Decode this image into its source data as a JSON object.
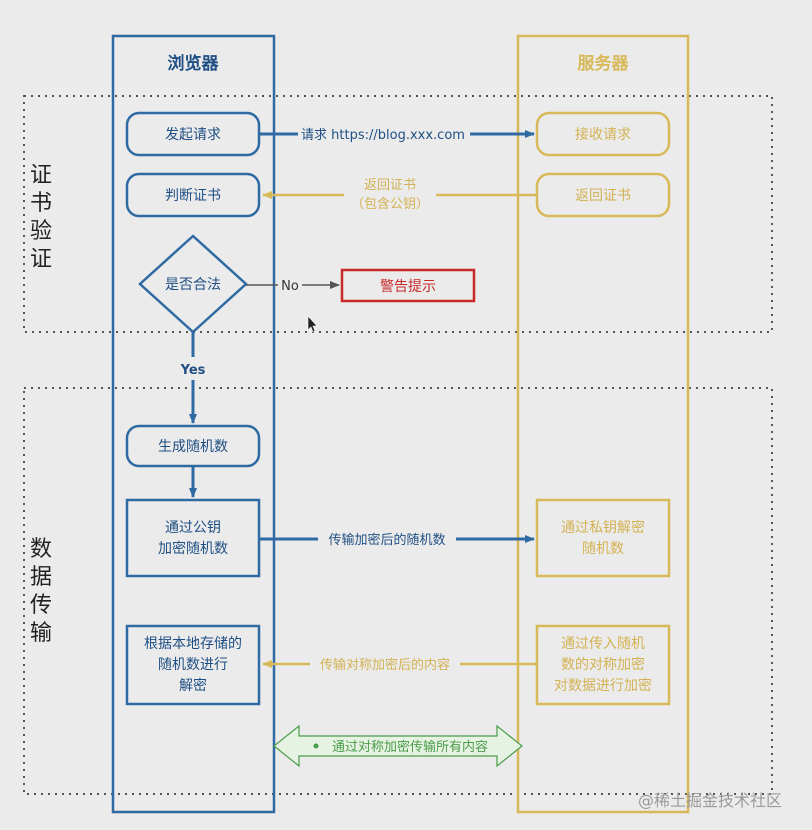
{
  "lanes": {
    "browser": {
      "title": "浏览器"
    },
    "server": {
      "title": "服务器"
    }
  },
  "sections": {
    "cert": {
      "chars": [
        "证",
        "书",
        "验",
        "证"
      ]
    },
    "data": {
      "chars": [
        "数",
        "据",
        "传",
        "输"
      ]
    }
  },
  "browser_nodes": {
    "send_request": "发起请求",
    "judge_cert": "判断证书",
    "is_valid": "是否合法",
    "gen_random": "生成随机数",
    "encrypt_public": [
      "通过公钥",
      "加密随机数"
    ],
    "decrypt_local": [
      "根据本地存储的",
      "随机数进行",
      "解密"
    ]
  },
  "server_nodes": {
    "receive_request": "接收请求",
    "return_cert": "返回证书",
    "decrypt_private": [
      "通过私钥解密",
      "随机数"
    ],
    "encrypt_symmetric": [
      "通过传入随机",
      "数的对称加密",
      "对数据进行加密"
    ]
  },
  "warning": "警告提示",
  "arrows": {
    "request": "请求 https://blog.xxx.com",
    "return_cert": [
      "返回证书",
      "（包含公钥）"
    ],
    "no": "No",
    "yes": "Yes",
    "send_encrypted": "传输加密后的随机数",
    "send_symmetric": "传输对称加密后的内容",
    "all_content": "通过对称加密传输所有内容"
  },
  "watermark": "@稀土掘金技术社区",
  "colors": {
    "browser": "#2f6aa3",
    "server": "#d8b95a",
    "server_text": "#d3b253",
    "warning": "#c82a2a",
    "green": "#4a9c4a",
    "green_fill": "#e6f3e3",
    "dotted": "#555555",
    "text": "#1f4f84"
  }
}
